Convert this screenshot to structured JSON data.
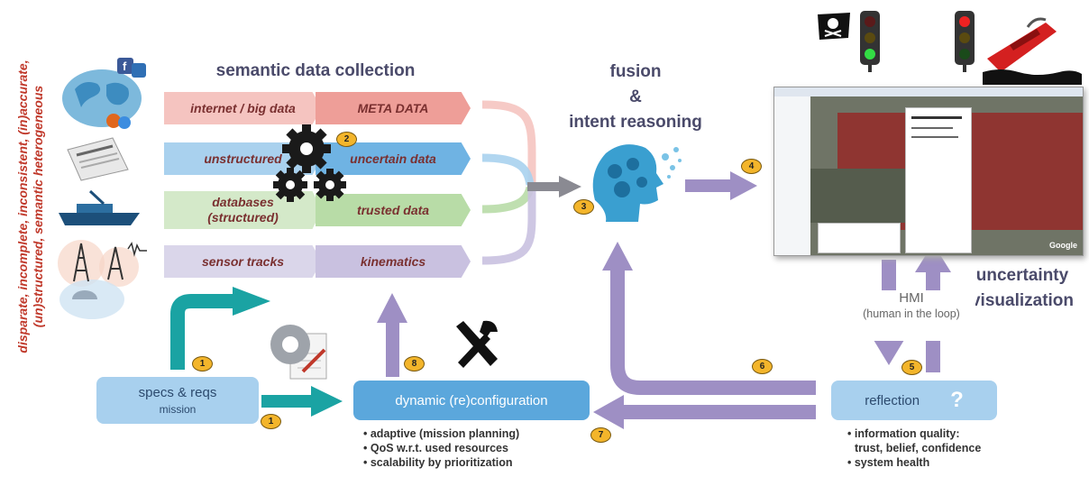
{
  "side_label": {
    "line1": "disparate, incomplete, inconsistent, (in)accurate,",
    "line2": "(un)structured, semantic heterogeneous"
  },
  "collection": {
    "title": "semantic data collection",
    "rows": [
      {
        "left": "internet / big data",
        "right": "META DATA"
      },
      {
        "left": "unstructured",
        "right": "uncertain data"
      },
      {
        "left": "databases\n(structured)",
        "right": "trusted data"
      },
      {
        "left": "sensor tracks",
        "right": "kinematics"
      }
    ]
  },
  "fusion": {
    "line1": "fusion",
    "line2": "&",
    "line3": "intent reasoning"
  },
  "uncertainty": {
    "line1": "uncertainty",
    "line2": "visualization"
  },
  "hmi": {
    "title": "HMI",
    "subtitle": "(human in the loop)"
  },
  "specs": {
    "title": "specs & reqs",
    "subtitle": "mission"
  },
  "dynamic": {
    "title": "dynamic (re)configuration",
    "bullets": [
      "adaptive (mission planning)",
      "QoS w.r.t. used resources",
      "scalability by prioritization"
    ]
  },
  "reflection": {
    "title": "reflection",
    "bullets": [
      "information quality:",
      "trust, belief, confidence",
      "system health"
    ]
  },
  "badges": {
    "b1a": "1",
    "b1b": "1",
    "b2": "2",
    "b3": "3",
    "b4": "4",
    "b5": "5",
    "b6": "6",
    "b7": "7",
    "b8": "8"
  },
  "map_brand": "Google",
  "icons": [
    "world-map-icon",
    "newspaper-icon",
    "ship-icon",
    "radio-tower-icon",
    "gears-icon",
    "brain-head-icon",
    "pirate-flag-icon",
    "traffic-light-icon",
    "sinking-ship-icon",
    "settings-document-icon",
    "tools-icon",
    "question-mark-icon",
    "map-screenshot"
  ],
  "colors": {
    "purple": "#9e8fc4",
    "teal": "#1aa3a3",
    "blue_box": "#5ba7dc",
    "light_box": "#a8d0ee",
    "badge": "#f3b52b",
    "red_label": "#c0392b"
  }
}
